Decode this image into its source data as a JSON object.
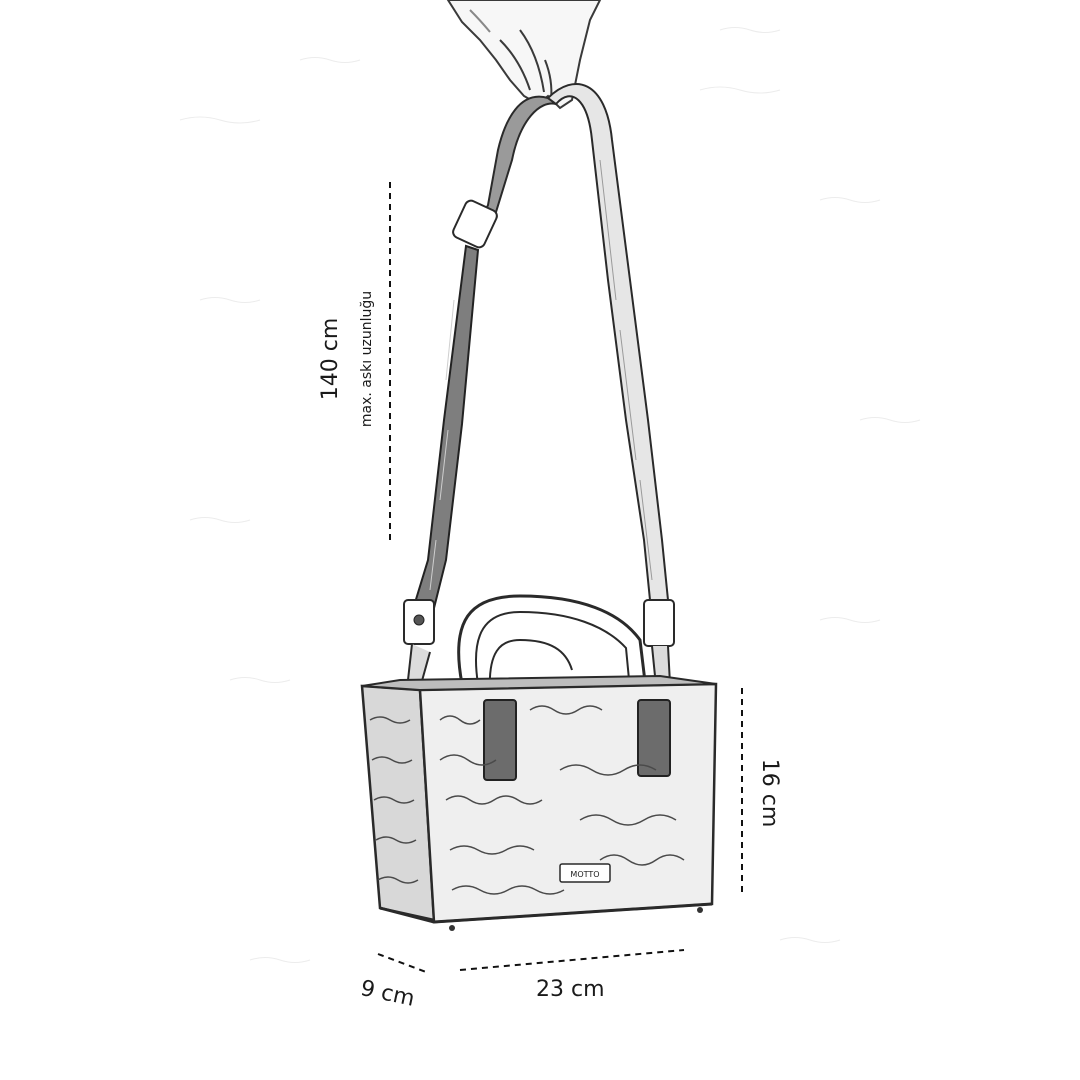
{
  "dimensions": {
    "strap_length": "140 cm",
    "strap_note": "max. askı uzunluğu",
    "height": "16 cm",
    "depth": "9 cm",
    "width": "23 cm"
  },
  "product": {
    "logo": "MOTTO"
  },
  "colors": {
    "ink": "#1a1a1a",
    "line": "#2a2a2a",
    "paper": "#ffffff"
  }
}
